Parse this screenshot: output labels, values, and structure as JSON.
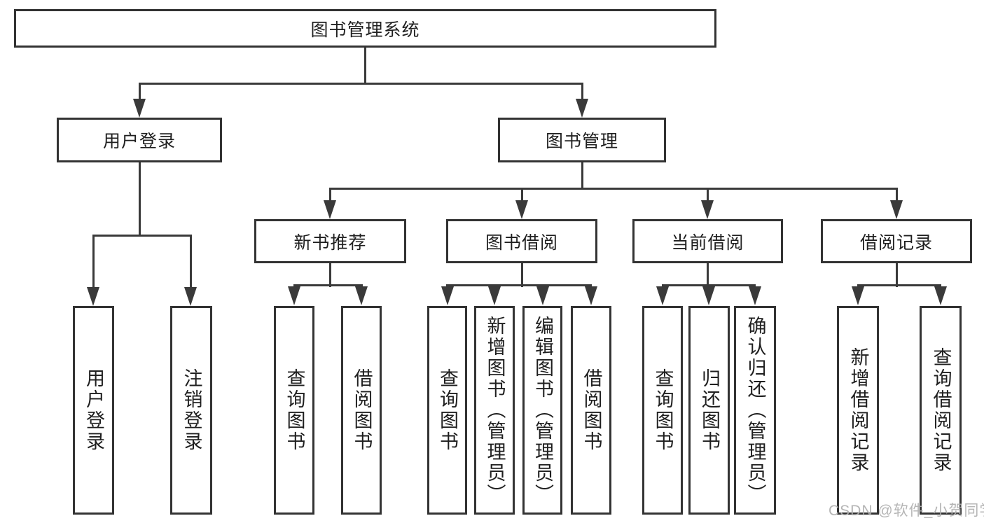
{
  "diagram": {
    "root": {
      "label": "图书管理系统"
    },
    "branches": [
      {
        "label": "用户登录",
        "children": [
          {
            "label": "用户登录"
          },
          {
            "label": "注销登录"
          }
        ]
      },
      {
        "label": "图书管理",
        "children": [
          {
            "label": "新书推荐",
            "children": [
              {
                "label": "查询图书"
              },
              {
                "label": "借阅图书"
              }
            ]
          },
          {
            "label": "图书借阅",
            "children": [
              {
                "label": "查询图书"
              },
              {
                "label": "新增图书（管理员）"
              },
              {
                "label": "编辑图书（管理员）"
              },
              {
                "label": "借阅图书"
              }
            ]
          },
          {
            "label": "当前借阅",
            "children": [
              {
                "label": "查询图书"
              },
              {
                "label": "归还图书"
              },
              {
                "label": "确认归还（管理员）"
              }
            ]
          },
          {
            "label": "借阅记录",
            "children": [
              {
                "label": "新增借阅记录"
              },
              {
                "label": "查询借阅记录"
              }
            ]
          }
        ]
      }
    ]
  },
  "watermark": {
    "text": "CSDN @软件_小贺同学"
  },
  "colors": {
    "line": "#3a3a3a",
    "border": "#333333",
    "text": "#1f1f1f",
    "watermark": "#afafaf",
    "background": "#ffffff"
  }
}
